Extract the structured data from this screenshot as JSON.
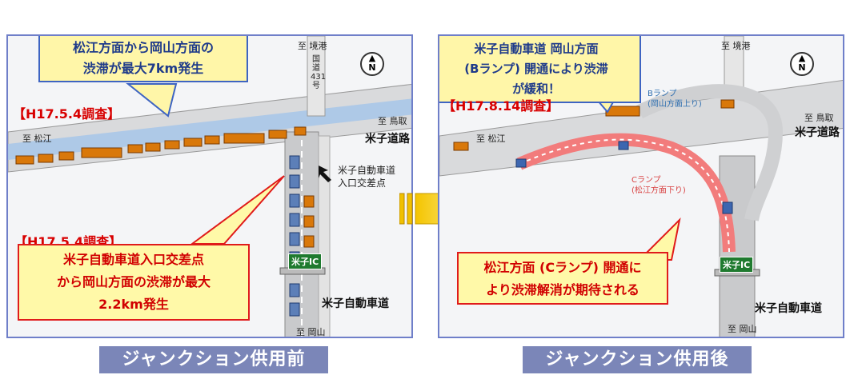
{
  "left": {
    "callout_top": [
      "松江方面から岡山方面の",
      "渋滞が最大7km発生"
    ],
    "tag_top": "【H17.5.4調査】",
    "tag_bottom": "【H17.5.4調査】",
    "callout_bottom": [
      "米子自動車道入口交差点",
      "から岡山方面の渋滞が最大",
      "2.2km発生"
    ],
    "intersection_label": [
      "米子自動車道",
      "入口交差点"
    ],
    "labels": {
      "to_sakaiminato": "至 境港",
      "route": [
        "国",
        "道",
        "431",
        "号"
      ],
      "to_tottori": "至 鳥取",
      "to_matsue": "至 松江",
      "yonago_road": "米子道路",
      "ic": "米子IC",
      "expressway": "米子自動車道",
      "to_okayama": "至 岡山"
    },
    "caption": "ジャンクション供用前"
  },
  "right": {
    "callout_top": [
      "米子自動車道 岡山方面",
      "(Bランプ) 開通により渋滞",
      "が緩和！"
    ],
    "tag": "【H17.8.14調査】",
    "callout_bottom": [
      "松江方面 (Cランプ) 開通に",
      "より渋滞解消が期待される"
    ],
    "b_ramp": [
      "Bランプ",
      "(岡山方面上り)"
    ],
    "c_ramp": [
      "Cランプ",
      "(松江方面下り)"
    ],
    "labels": {
      "to_sakaiminato": "至 境港",
      "to_tottori": "至 鳥取",
      "to_matsue": "至 松江",
      "yonago_road": "米子道路",
      "ic": "米子IC",
      "expressway": "米子自動車道",
      "to_okayama": "至 岡山"
    },
    "caption": "ジャンクション供用後"
  },
  "compass_letter": "N",
  "colors": {
    "accent_red": "#e01b1b",
    "callout_yellow": "#fff6a8",
    "caption_bg": "#7b86b8",
    "panel_border": "#6f7fc9"
  }
}
